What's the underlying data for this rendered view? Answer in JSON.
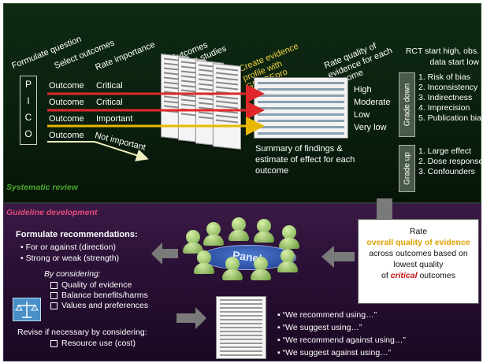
{
  "colors": {
    "top_bg": "#0b2210",
    "bottom_bg": "#2a1036",
    "arrow_red": "#e0282a",
    "arrow_yellow": "#e8b800",
    "arrow_gray": "#7a7a7a",
    "green_label": "#4caa2a",
    "pink_label": "#e04a7a",
    "panel_blue": "#2f56b0"
  },
  "top": {
    "headers": {
      "formulate_question": "Formulate question",
      "select_outcomes": "Select outcomes",
      "rate_importance": "Rate importance",
      "outcomes_across_studies": "Outcomes across studies",
      "create_profile": "Create evidence profile with GRADEpro",
      "rate_quality": "Rate quality of evidence for each outcome"
    },
    "pico": [
      "P",
      "I",
      "C",
      "O"
    ],
    "outcomes": [
      {
        "label": "Outcome",
        "importance": "Critical"
      },
      {
        "label": "Outcome",
        "importance": "Critical"
      },
      {
        "label": "Outcome",
        "importance": "Important"
      },
      {
        "label": "Outcome",
        "importance": "Not important"
      }
    ],
    "quality_levels": [
      "High",
      "Moderate",
      "Low",
      "Very low"
    ],
    "summary_caption": "Summary of findings & estimate of effect for each outcome",
    "rct_note": "RCT start high, obs. data start low",
    "grade_down_label": "Grade down",
    "grade_down_items": [
      "1. Risk of bias",
      "2. Inconsistency",
      "3. Indirectness",
      "4. Imprecision",
      "5. Publication bias"
    ],
    "grade_up_label": "Grade up",
    "grade_up_items": [
      "1. Large effect",
      "2. Dose response",
      "3. Confounders"
    ],
    "section_label": "Systematic review"
  },
  "bottom": {
    "section_label": "Guideline development",
    "formulate_title": "Formulate recommendations:",
    "bullets": [
      "• For or against (direction)",
      "• Strong or weak (strength)"
    ],
    "by_considering": "By considering:",
    "considerations": [
      "Quality of evidence",
      "Balance benefits/harms",
      "Values and preferences"
    ],
    "revise": "Revise if necessary by considering:",
    "revise_items": [
      "Resource use (cost)"
    ],
    "panel_label": "Panel",
    "rate_box": {
      "line1": "Rate",
      "line2": "overall quality of evidence",
      "line3": "across outcomes based on",
      "line4": "lowest quality",
      "line5_em": "critical",
      "line5_rest": "outcomes",
      "line5_prefix": "of"
    },
    "phrases": [
      "“We recommend using…”",
      "“We suggest using…”",
      "“We recommend against using…”",
      "“We suggest against using…”"
    ]
  }
}
